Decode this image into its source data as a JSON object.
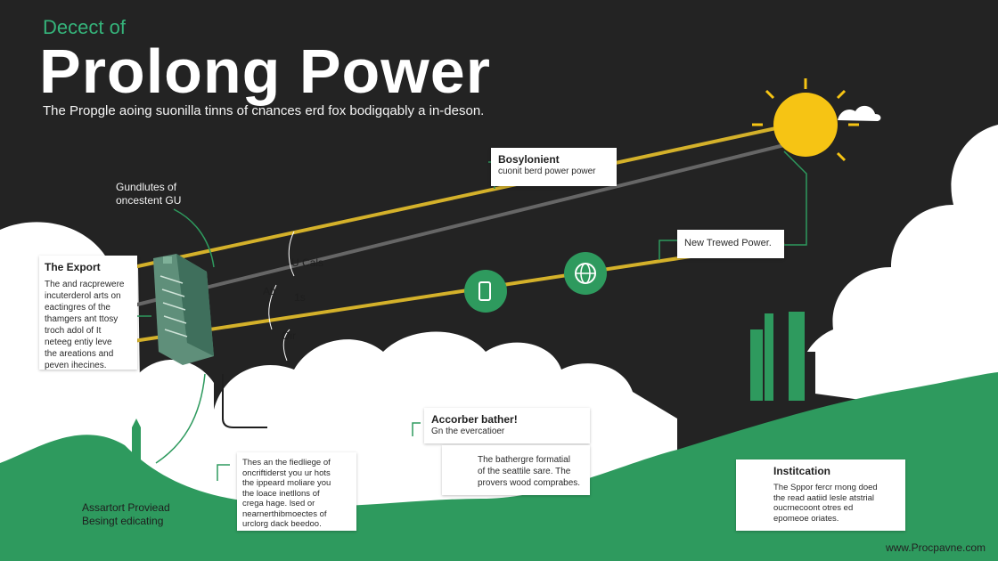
{
  "header": {
    "subtitle": "Decect of",
    "title": "Prolong Power",
    "tagline": "The Propgle aoing suonilla tinns  of cnances erd fox bodigqably a in-deson."
  },
  "callouts": {
    "busy": {
      "title": "Bosylonient",
      "body": "cuonit berd power power"
    },
    "renewed": {
      "title": "New Trewed Power."
    },
    "gund": {
      "line1": "Gundlutes of",
      "line2": "oncestent GU"
    },
    "export": {
      "title": "The Export",
      "body": "The and racprewere\nincuterderol arts on\neactingres of the\nthamgers ant ttosy\ntroch adol of It\nneteeg entiy leve\nthe areations and\npeven ihecines."
    },
    "accorber": {
      "title": "Accorber bather!",
      "body": "Gn the evercatioer"
    },
    "feath": {
      "body": "The bathergre formatial\nof the seattile sare. The\nprovers wood comprabes."
    },
    "fled": {
      "body": "Thes an the fiedliege of\noncriftiderst you ur hots\nthe ippeard moliare you\nthe loace inetllons of\ncrega hage. lsed or\nnearnerthibmoectes of\nurclorg dack beedoo."
    },
    "instit": {
      "title": "Institcation",
      "body": "The Sppor fercr rnong doed\nthe read aatiid lesle atstrial\noucrnecoont otres ed\nepomeoe oriates."
    },
    "assort": {
      "line1": "Assartort Proviead",
      "line2": "Besingt edicating"
    }
  },
  "line_labels": {
    "ucds": "U Cals",
    "atr": "Atr",
    "is": "1s",
    "oir": "Oir"
  },
  "footer": {
    "url": "www.Procpavne.com"
  },
  "icons": {
    "device": "phone-icon",
    "globe": "globe-icon",
    "leaf": "leaf-icon",
    "hand": "hand-icon"
  },
  "colors": {
    "background": "#232323",
    "accent_green": "#2e9a5e",
    "line_yellow": "#d4b12a",
    "sun": "#f6c414",
    "cloud": "#ffffff"
  }
}
